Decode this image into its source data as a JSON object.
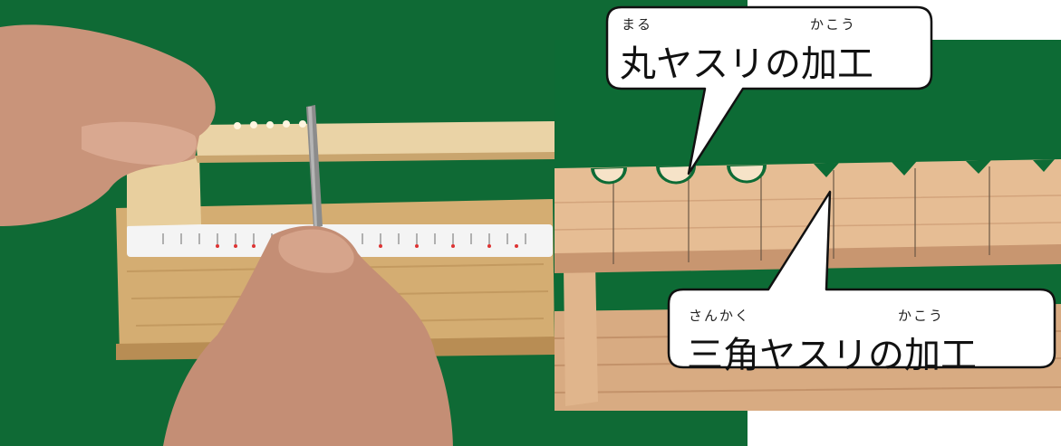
{
  "labels": {
    "round_file": {
      "ruby_maru": "まる",
      "ruby_kakou": "かこう",
      "text": "丸ヤスリの加工"
    },
    "triangular_file": {
      "ruby_sankaku": "さんかく",
      "ruby_kakou": "かこう",
      "text": "三角ヤスリの加工"
    }
  },
  "colors": {
    "background_green": "#0f6a35",
    "wood_light": "#e3c79a",
    "bubble_fill": "#ffffff",
    "bubble_stroke": "#111111"
  }
}
